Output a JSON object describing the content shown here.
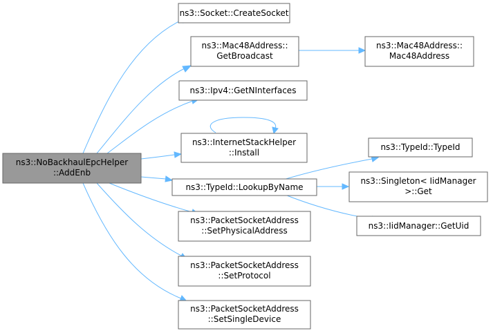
{
  "graph": {
    "colors": {
      "edge": "#63b8ff",
      "node_border": "#666666",
      "root_fill": "#999999",
      "node_fill": "#ffffff"
    },
    "nodes": {
      "add_enb": [
        "ns3::NoBackhaulEpcHelper",
        "::AddEnb"
      ],
      "create_socket": [
        "ns3::Socket::CreateSocket"
      ],
      "get_broadcast": [
        "ns3::Mac48Address::",
        "GetBroadcast"
      ],
      "mac48_ctor": [
        "ns3::Mac48Address::",
        "Mac48Address"
      ],
      "get_n_interfaces": [
        "ns3::Ipv4::GetNInterfaces"
      ],
      "install": [
        "ns3::InternetStackHelper",
        "::Install"
      ],
      "lookup_by_name": [
        "ns3::TypeId::LookupByName"
      ],
      "typeid_ctor": [
        "ns3::TypeId::TypeId"
      ],
      "singleton_get": [
        "ns3::Singleton< IidManager",
        ">::Get"
      ],
      "get_uid": [
        "ns3::IidManager::GetUid"
      ],
      "set_physical_address": [
        "ns3::PacketSocketAddress",
        "::SetPhysicalAddress"
      ],
      "set_protocol": [
        "ns3::PacketSocketAddress",
        "::SetProtocol"
      ],
      "set_single_device": [
        "ns3::PacketSocketAddress",
        "::SetSingleDevice"
      ]
    },
    "edges": [
      [
        "add_enb",
        "create_socket"
      ],
      [
        "add_enb",
        "get_broadcast"
      ],
      [
        "add_enb",
        "get_n_interfaces"
      ],
      [
        "add_enb",
        "install"
      ],
      [
        "add_enb",
        "lookup_by_name"
      ],
      [
        "add_enb",
        "set_physical_address"
      ],
      [
        "add_enb",
        "set_protocol"
      ],
      [
        "add_enb",
        "set_single_device"
      ],
      [
        "get_broadcast",
        "mac48_ctor"
      ],
      [
        "install",
        "install"
      ],
      [
        "lookup_by_name",
        "typeid_ctor"
      ],
      [
        "lookup_by_name",
        "singleton_get"
      ],
      [
        "lookup_by_name",
        "get_uid"
      ]
    ]
  }
}
